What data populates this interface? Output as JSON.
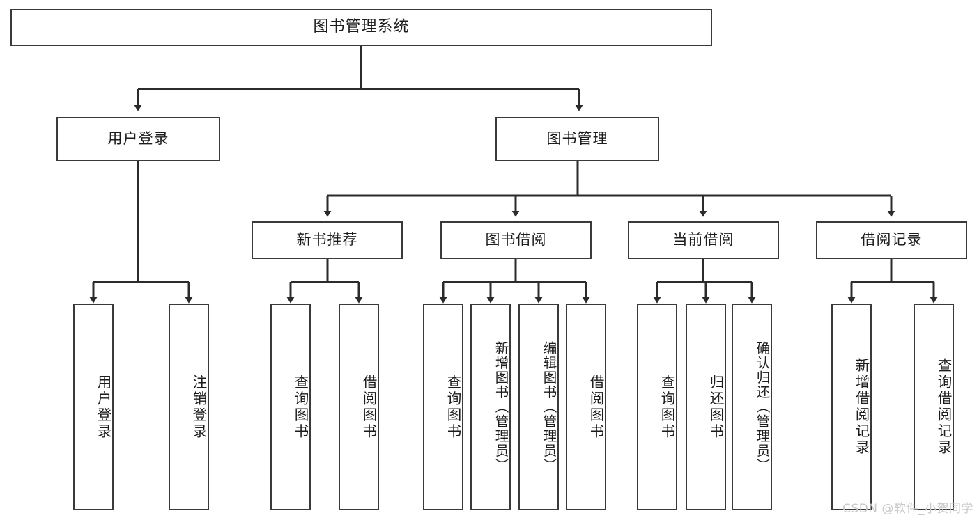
{
  "diagram": {
    "type": "tree",
    "title": "图书管理系统",
    "watermark": "CSDN @软件_小贺同学",
    "colors": {
      "box_border": "#3a3a3a",
      "box_fill": "#ffffff",
      "line": "#2b2b2b",
      "text": "#1c1c1c",
      "watermark": "#c9c9c9",
      "background": "#ffffff"
    },
    "nodes": {
      "root": {
        "label": "图书管理系统"
      },
      "level2": [
        {
          "id": "user-login",
          "label": "用户登录"
        },
        {
          "id": "book-manage",
          "label": "图书管理"
        }
      ],
      "level3": [
        {
          "id": "new-book-recommend",
          "label": "新书推荐"
        },
        {
          "id": "book-borrow",
          "label": "图书借阅"
        },
        {
          "id": "current-borrow",
          "label": "当前借阅"
        },
        {
          "id": "borrow-record",
          "label": "借阅记录"
        }
      ],
      "leaves": {
        "user-login": [
          {
            "id": "leaf-user-login",
            "label": "用户登录"
          },
          {
            "id": "leaf-user-logout",
            "label": "注销登录"
          }
        ],
        "new-book-recommend": [
          {
            "id": "leaf-query-book-1",
            "label": "查询图书"
          },
          {
            "id": "leaf-borrow-book-1",
            "label": "借阅图书"
          }
        ],
        "book-borrow": [
          {
            "id": "leaf-query-book-2",
            "label": "查询图书"
          },
          {
            "id": "leaf-add-book",
            "label": "新增图书（管理员）"
          },
          {
            "id": "leaf-edit-book",
            "label": "编辑图书（管理员）"
          },
          {
            "id": "leaf-borrow-book-2",
            "label": "借阅图书"
          }
        ],
        "current-borrow": [
          {
            "id": "leaf-query-book-3",
            "label": "查询图书"
          },
          {
            "id": "leaf-return-book",
            "label": "归还图书"
          },
          {
            "id": "leaf-confirm-return",
            "label": "确认归还（管理员）"
          }
        ],
        "borrow-record": [
          {
            "id": "leaf-add-record",
            "label": "新增借阅记录"
          },
          {
            "id": "leaf-query-record",
            "label": "查询借阅记录"
          }
        ]
      }
    }
  }
}
